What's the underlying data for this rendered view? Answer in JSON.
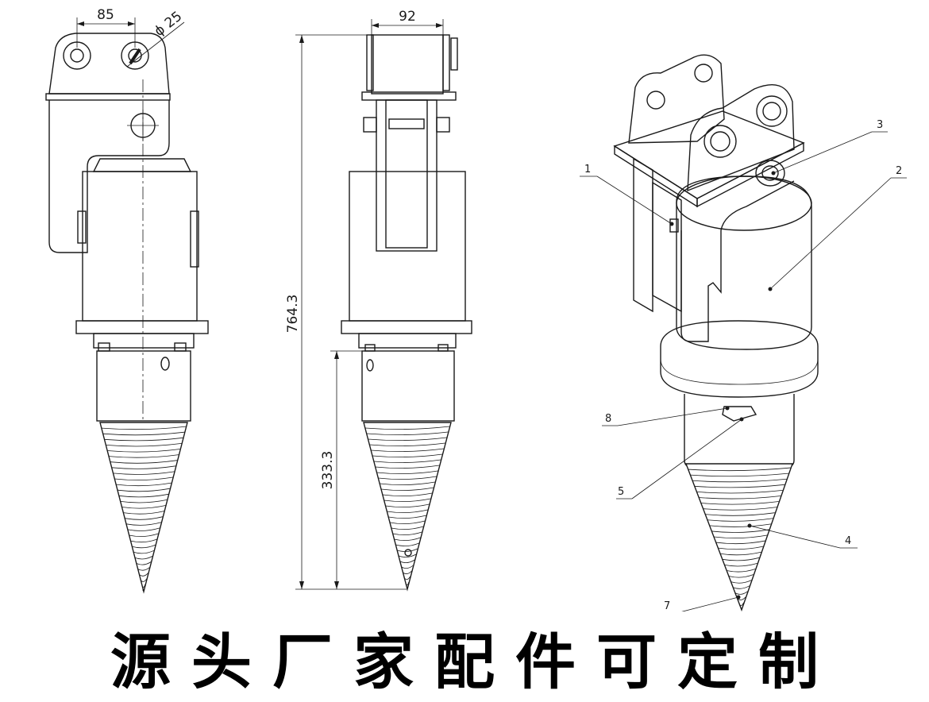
{
  "dimensions": {
    "pin_spacing": "85",
    "pin_diameter": "ϕ 25",
    "bracket_width": "92",
    "overall_length": "764.3",
    "screw_length": "333.3"
  },
  "callouts": [
    "1",
    "2",
    "3",
    "4",
    "5",
    "7",
    "8"
  ],
  "caption": "源头厂家配件可定制"
}
